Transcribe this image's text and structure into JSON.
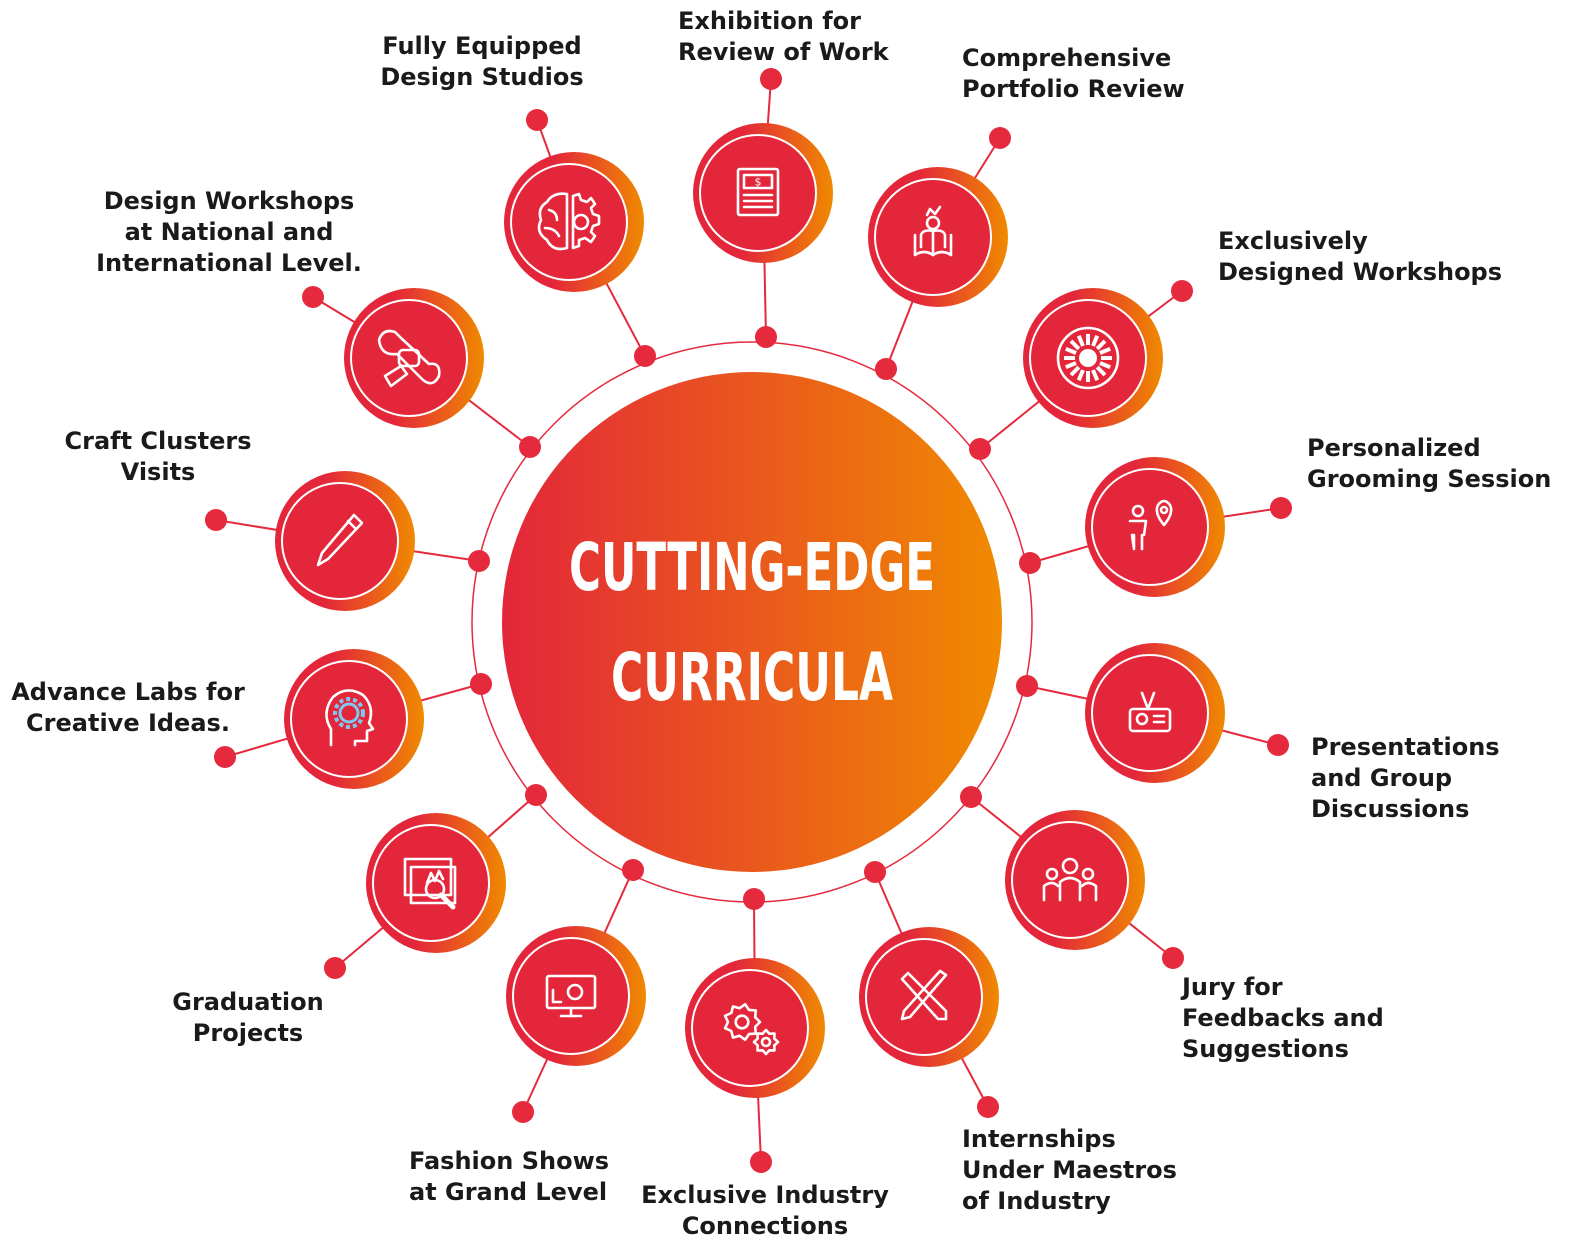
{
  "title_lines": [
    "CUTTING-EDGE",
    "CURRICULA"
  ],
  "colors": {
    "red": "#e3263a",
    "orange": "#f08a00",
    "node_red": "#e52a3d",
    "ring_line": "#e52a3d",
    "text": "#1a1a1a",
    "white": "#ffffff"
  },
  "items": [
    {
      "id": "exhibition",
      "lines": [
        "Exhibition for",
        "Review of Work"
      ],
      "icon": "document-icon"
    },
    {
      "id": "portfolio",
      "lines": [
        "Comprehensive",
        "Portfolio Review"
      ],
      "icon": "reading-person-icon"
    },
    {
      "id": "workshops-exclusive",
      "lines": [
        "Exclusively",
        "Designed Workshops"
      ],
      "icon": "sunburst-icon"
    },
    {
      "id": "grooming",
      "lines": [
        "Personalized",
        "Grooming Session"
      ],
      "icon": "person-location-icon"
    },
    {
      "id": "presentations",
      "lines": [
        "Presentations",
        "and Group",
        "Discussions"
      ],
      "icon": "projector-icon"
    },
    {
      "id": "jury",
      "lines": [
        "Jury for",
        "Feedbacks and",
        "Suggestions"
      ],
      "icon": "group-people-icon"
    },
    {
      "id": "internships",
      "lines": [
        "Internships",
        "Under Maestros",
        "of Industry"
      ],
      "icon": "pencil-ruler-icon"
    },
    {
      "id": "industry",
      "lines": [
        "Exclusive Industry",
        "Connections"
      ],
      "icon": "gears-icon"
    },
    {
      "id": "fashion",
      "lines": [
        "Fashion Shows",
        "at Grand Level"
      ],
      "icon": "monitor-gear-icon"
    },
    {
      "id": "graduation",
      "lines": [
        "Graduation",
        "Projects"
      ],
      "icon": "presentation-search-icon"
    },
    {
      "id": "labs",
      "lines": [
        "Advance Labs for",
        "Creative Ideas."
      ],
      "icon": "head-gear-icon"
    },
    {
      "id": "craft",
      "lines": [
        "Craft Clusters",
        "Visits"
      ],
      "icon": "pencil-icon"
    },
    {
      "id": "design-workshops",
      "lines": [
        "Design Workshops",
        "at National and",
        "International Level."
      ],
      "icon": "wrench-fist-icon"
    },
    {
      "id": "studios",
      "lines": [
        "Fully Equipped",
        "Design Studios"
      ],
      "icon": "brain-gear-icon"
    }
  ]
}
